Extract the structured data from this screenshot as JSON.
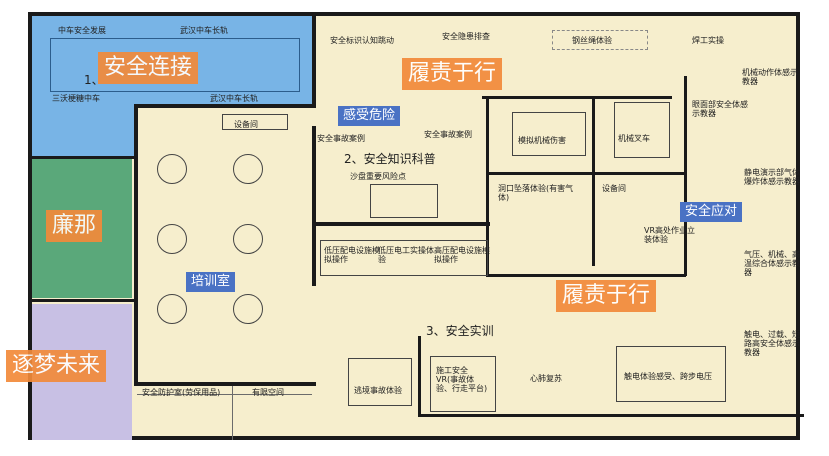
{
  "zones": {
    "blue": {
      "color": "#78b4e6",
      "label_top_left": "中车安全发展",
      "label_top_mid": "武汉中车长轨",
      "label_bottom_left": "三沃梗糖中车",
      "label_bottom_mid": "武汉中车长轨",
      "number": "1、",
      "overlay": "安全连接"
    },
    "green": {
      "color": "#5aa87a",
      "overlay": "廉那"
    },
    "lavender": {
      "color": "#c8c0e4",
      "overlay": "逐梦未来"
    },
    "training": {
      "overlay": "培训室",
      "equipment_room": "设备间",
      "protection_room": "安全防护室(劳保用品)",
      "space_room": "有限空间"
    }
  },
  "sections": {
    "s1": {
      "title": "2、安全知识科普",
      "center_note": "沙盘重要风险点",
      "case_left": "安全事故案例",
      "case_right": "安全事故案例",
      "overlay_blue": "感受危险"
    },
    "s2": {
      "title": "3、安全实训"
    }
  },
  "top_labels": {
    "sign": "安全标识认知跳动",
    "hazard": "安全隐患排查",
    "welding": "钢丝绳体验",
    "tools": "焊工实操"
  },
  "overlays": {
    "top_orange": "履责于行",
    "mid_orange": "履责于行",
    "right_blue": "安全应对"
  },
  "rooms": {
    "machinery": "模拟机械伤害",
    "forklift": "机械叉车",
    "eye": "眼面部安全体感示教器",
    "mech_body": "机械动作体感示教器",
    "static": "静电演示部气体爆炸体感示教器",
    "gas": "气压、机械、高温综合体感示教器",
    "shock": "触电、过载、短路高安全体感示教器",
    "hole": "洞口坠落体验(有害气体)",
    "equip2": "设备间",
    "vr_high": "VR高处作业立装体验",
    "hv_switch": "低压配电设施模拟操作",
    "lv_electric": "低压电工实操体验",
    "hv_equip": "高压配电设施模拟操作",
    "escape": "逃境事故体验",
    "construction": "施工安全VR(事故体验、行走平台)",
    "cpr": "心肺复苏",
    "electric_step": "触电体验感受、跨步电压"
  }
}
